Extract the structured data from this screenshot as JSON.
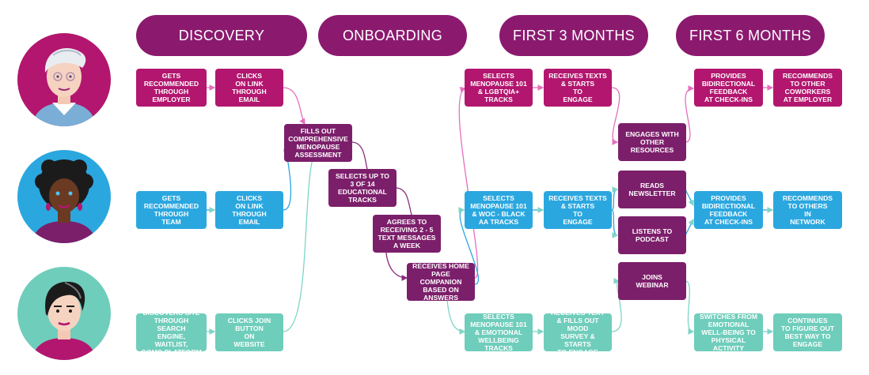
{
  "colors": {
    "magenta": "#b3166e",
    "purple": "#7c1f6b",
    "blue": "#2ba7df",
    "teal": "#6fcdbb",
    "pink_line": "#e56fbe",
    "teal_line": "#7ed5c6",
    "purple_line": "#8c2d7d"
  },
  "phases": {
    "discovery": "DISCOVERY",
    "onboarding": "ONBOARDING",
    "first3": "FIRST 3 MONTHS",
    "first6": "FIRST 6 MONTHS"
  },
  "personas": [
    {
      "icon": "persona-older-woman-icon"
    },
    {
      "icon": "persona-curly-hair-woman-icon"
    },
    {
      "icon": "persona-short-hair-woman-icon"
    }
  ],
  "steps": {
    "p1_recommended": "GETS\nRECOMMENDED\nTHROUGH\nEMPLOYER",
    "p1_clicks": "CLICKS\nON LINK\nTHROUGH\nEMAIL",
    "p2_recommended": "GETS\nRECOMMENDED\nTHROUGH\nTEAM",
    "p2_clicks": "CLICKS\nON LINK\nTHROUGH\nEMAIL",
    "p3_discovers": "DISCOVERS SITE\nTHROUGH SEARCH\nENGINE, WAITLIST,\nGOMO PLATFORM",
    "p3_clicks": "CLICKS JOIN\nBUTTON\nON\nWEBSITE",
    "ob_assessment": "FILLS OUT\nCOMPREHENSIVE\nMENOPAUSE\nASSESSMENT",
    "ob_tracks": "SELECTS UP TO\n3 OF 14\nEDUCATIONAL\nTRACKS",
    "ob_texts": "AGREES TO\nRECEIVING 2 - 5\nTEXT MESSAGES\nA WEEK",
    "ob_homepage": "RECEIVES HOME\nPAGE COMPANION\nBASED ON\nANSWERS",
    "p1_selects": "SELECTS\nMENOPAUSE 101\n& LGBTQIA+\nTRACKS",
    "p1_receives": "RECEIVES TEXTS\n& STARTS\nTO\nENGAGE",
    "p2_selects": "SELECTS\nMENOPAUSE 101\n& WOC - BLACK\nAA TRACKS",
    "p2_receives": "RECEIVES TEXTS\n& STARTS\nTO\nENGAGE",
    "p3_selects": "SELECTS\nMENOPAUSE 101\n& EMOTIONAL\nWELLBEING TRACKS",
    "p3_receives": "RECEIVES TEXT\n& FILLS OUT MOOD\nSURVEY & STARTS\nTO ENGAGE",
    "engages_resources": "ENGAGES WITH\nOTHER RESOURCES",
    "reads_newsletter": "READS\nNEWSLETTER",
    "listens_podcast": "LISTENS TO\nPODCAST",
    "joins_webinar": "JOINS\nWEBINAR",
    "p1_feedback": "PROVIDES\nBIDIRECTIONAL\nFEEDBACK\nAT CHECK-INS",
    "p1_recommends": "RECOMMENDS\nTO OTHER\nCOWORKERS\nAT EMPLOYER",
    "p2_feedback": "PROVIDES\nBIDIRECTIONAL\nFEEDBACK\nAT CHECK-INS",
    "p2_recommends": "RECOMMENDS\nTO OTHERS\nIN\nNETWORK",
    "p3_switches": "SWITCHES FROM\nEMOTIONAL\nWELL-BEING TO\nPHYSICAL ACTIVITY",
    "p3_continues": "CONTINUES\nTO FIGURE OUT\nBEST WAY TO\nENGAGE"
  }
}
